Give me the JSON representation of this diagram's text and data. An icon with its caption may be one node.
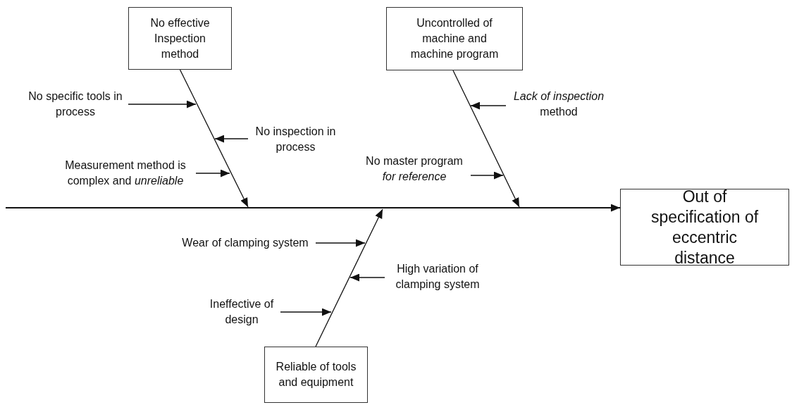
{
  "diagram": {
    "nodes": [
      {
        "text": [
          "No effective Inspection method"
        ]
      },
      {
        "text": [
          "Uncontrolled of machine and machine program"
        ]
      },
      {
        "text": [
          "Out of specification of eccentric distance"
        ]
      },
      {
        "text": [
          "Reliable of tools and equipment"
        ]
      },
      {
        "text": [
          "No specific tools in process"
        ]
      },
      {
        "text": [
          "No inspection in process"
        ]
      },
      {
        "text": [
          "Measurement method is complex and *unreliable*"
        ]
      },
      {
        "text": [
          "*Lack of inspection* method"
        ]
      },
      {
        "text": [
          "No master program *for reference*"
        ]
      },
      {
        "text": [
          "Wear of clamping system"
        ]
      },
      {
        "text": [
          "High variation of clamping system"
        ]
      },
      {
        "text": [
          "Ineffective of design"
        ]
      }
    ],
    "edges": [
      {
        "from": null,
        "to": 2,
        "arrow": "to"
      },
      {
        "from": 0,
        "to": null,
        "arrow": "to"
      },
      {
        "from": 1,
        "to": null,
        "arrow": "to"
      },
      {
        "from": 3,
        "to": null,
        "arrow": "to"
      },
      {
        "from": 4,
        "to": null,
        "arrow": "to"
      },
      {
        "from": 5,
        "to": null,
        "arrow": "to"
      },
      {
        "from": 6,
        "to": null,
        "arrow": "to"
      },
      {
        "from": 7,
        "to": null,
        "arrow": "to"
      },
      {
        "from": 8,
        "to": null,
        "arrow": "to"
      },
      {
        "from": 9,
        "to": null,
        "arrow": "to"
      },
      {
        "from": 10,
        "to": null,
        "arrow": "to"
      },
      {
        "from": 11,
        "to": null,
        "arrow": "to"
      }
    ]
  }
}
